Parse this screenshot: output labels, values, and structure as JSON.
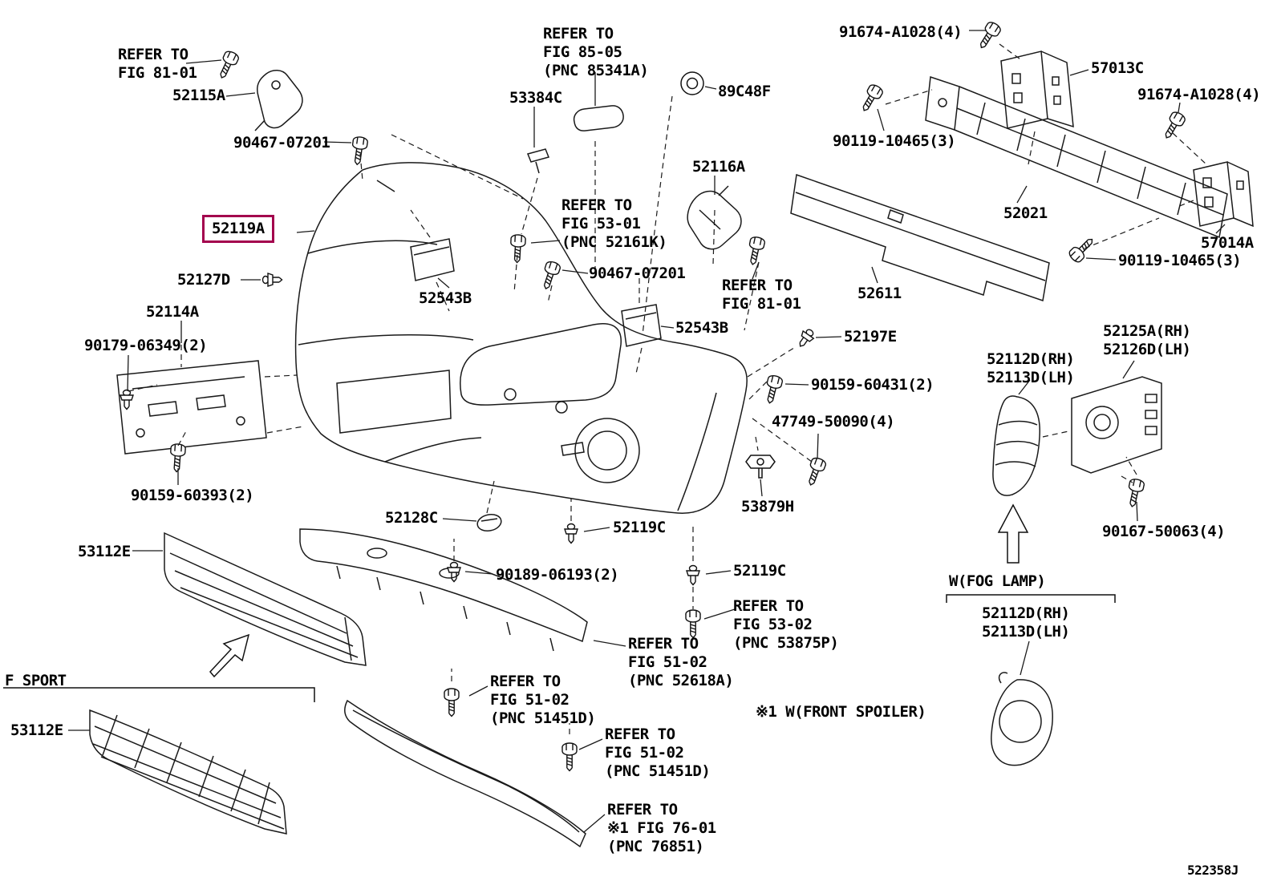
{
  "diagram": {
    "id": "522358J",
    "highlight_color": "#a3004d",
    "line_color": "#1a1a1a",
    "notes": {
      "f_sport": "F SPORT",
      "fog_lamp": "W(FOG LAMP)",
      "front_spoiler": "※1 W(FRONT SPOILER)"
    }
  },
  "parts": {
    "p52115A": "52115A",
    "b90467a": "90467-07201",
    "p52119A": "52119A",
    "p52127D": "52127D",
    "p52114A": "52114A",
    "b90179": "90179-06349(2)",
    "b90159a": "90159-60393(2)",
    "p53112Ea": "53112E",
    "p53112Eb": "53112E",
    "p53384C": "53384C",
    "p89C48F": "89C48F",
    "p52116A": "52116A",
    "p52543Ba": "52543B",
    "b90467b": "90467-07201",
    "p52543Bb": "52543B",
    "b91674a": "91674-A1028(4)",
    "p57013C": "57013C",
    "b91674b": "91674-A1028(4)",
    "b90119a": "90119-10465(3)",
    "p52021": "52021",
    "p57014A": "57014A",
    "b90119b": "90119-10465(3)",
    "p52611": "52611",
    "p52197E": "52197E",
    "b90159b": "90159-60431(2)",
    "b47749": "47749-50090(4)",
    "p53879H": "53879H",
    "p52125A": "52125A(RH)\n52126D(LH)",
    "p52112Da": "52112D(RH)\n52113D(LH)",
    "b90167": "90167-50063(4)",
    "p52112Db": "52112D(RH)\n52113D(LH)",
    "p52128C": "52128C",
    "p52119Ca": "52119C",
    "b90189": "90189-06193(2)",
    "p52119Cb": "52119C"
  },
  "refs": {
    "fig8101a": "REFER TO\nFIG 81-01",
    "fig8505": "REFER TO\nFIG 85-05\n(PNC 85341A)",
    "fig5301": "REFER TO\nFIG 53-01\n(PNC 52161K)",
    "fig8101b": "REFER TO\nFIG 81-01",
    "fig5302": "REFER TO\nFIG 53-02\n(PNC 53875P)",
    "fig5102a": "REFER TO\nFIG 51-02\n(PNC 52618A)",
    "fig5102b": "REFER TO\nFIG 51-02\n(PNC 51451D)",
    "fig5102c": "REFER TO\nFIG 51-02\n(PNC 51451D)",
    "fig7601": "REFER TO\n※1 FIG 76-01\n(PNC 76851)"
  }
}
